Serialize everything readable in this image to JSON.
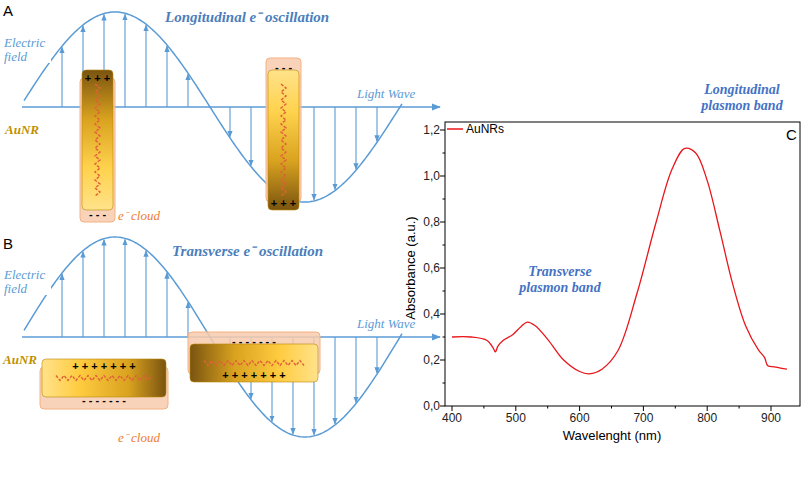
{
  "diagram": {
    "labels": [
      "A",
      "Longitudinal e⁻ oscillation",
      "Electric field",
      "AuNR",
      "e⁻ cloud",
      "Light Wave",
      "+ + +",
      "- - -",
      "- - -",
      "+ + +",
      "B",
      "Transverse e⁻ oscillation",
      "Electric field",
      "AuNR",
      "e⁻ cloud",
      "Light Wave",
      "+ + + + + + +",
      "- - - - - - -",
      "- - - - - - -",
      "+ + + + + + +",
      "C",
      "Longitudinal plasmon band",
      "Transverse plasmon band",
      "Absorbance (a.u.)",
      "Wavelenght (nm)",
      "0,0",
      "0,2",
      "0,4",
      "0,6",
      "0,8",
      "1,0",
      "1,2",
      "400",
      "500",
      "600",
      "700",
      "800",
      "900"
    ],
    "legend": [
      {
        "text": "AuNRs"
      }
    ]
  }
}
